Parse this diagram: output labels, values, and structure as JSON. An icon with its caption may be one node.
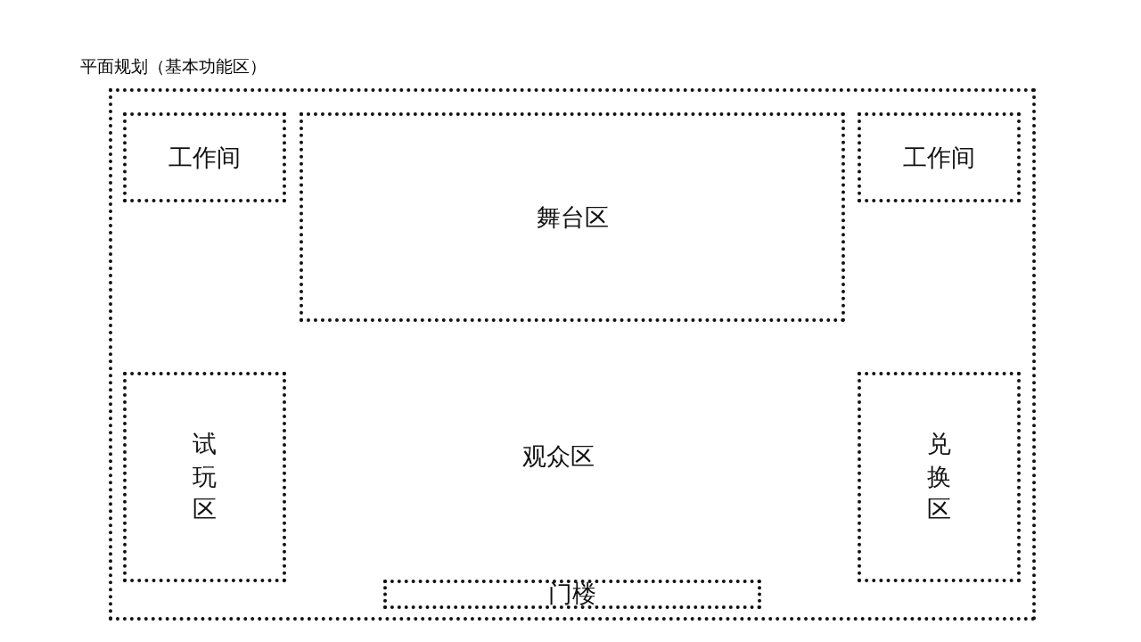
{
  "diagram": {
    "title": "平面规划（基本功能区）",
    "nodes": [
      {
        "text": [],
        "shape": "box"
      },
      {
        "text": [
          "工作间"
        ],
        "in": 0
      },
      {
        "text": [
          "舞台区"
        ],
        "in": 0
      },
      {
        "text": [
          "工作间"
        ],
        "in": 0
      },
      {
        "text": [
          "试玩区"
        ],
        "in": 0
      },
      {
        "text": [
          "兑换区"
        ],
        "in": 0
      },
      {
        "text": [
          "门楼"
        ],
        "in": 0
      }
    ],
    "labels": [
      "观众区"
    ]
  }
}
